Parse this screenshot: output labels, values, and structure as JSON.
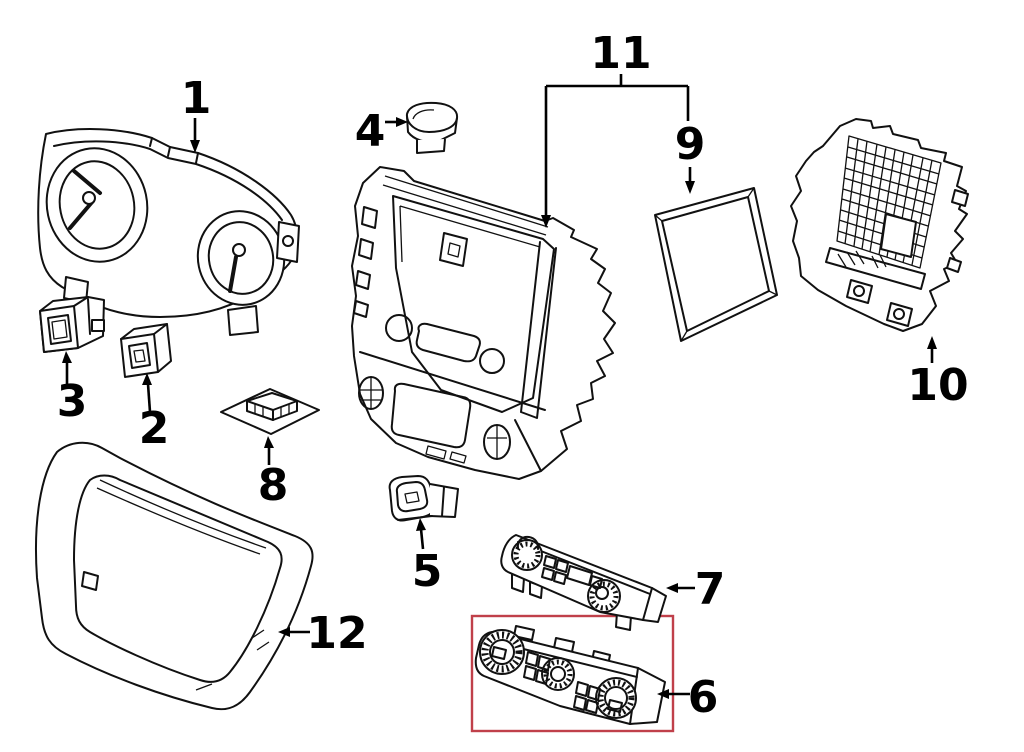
{
  "diagram": {
    "description": "Exploded parts diagram of vehicle instrument panel components",
    "background_color": "#ffffff",
    "line_color": "#111111",
    "highlight_color": "#c0404a",
    "highlighted_callout": "6",
    "callouts": [
      {
        "label": "1"
      },
      {
        "label": "2"
      },
      {
        "label": "3"
      },
      {
        "label": "4"
      },
      {
        "label": "5"
      },
      {
        "label": "6"
      },
      {
        "label": "7"
      },
      {
        "label": "8"
      },
      {
        "label": "9"
      },
      {
        "label": "10"
      },
      {
        "label": "11"
      },
      {
        "label": "12"
      }
    ]
  }
}
